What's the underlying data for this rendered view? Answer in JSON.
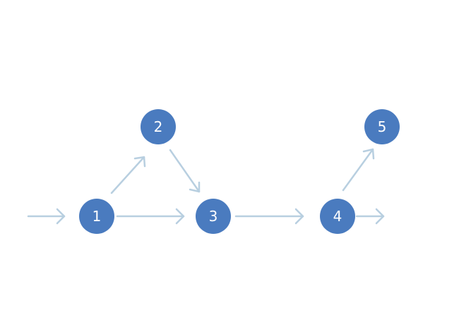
{
  "colors": {
    "node_fill": "#4a7bbf",
    "node_text": "#ffffff",
    "edge_stroke": "#b8cfe0",
    "background": "#ffffff"
  },
  "nodes": [
    {
      "id": "1",
      "label": "1"
    },
    {
      "id": "2",
      "label": "2"
    },
    {
      "id": "3",
      "label": "3"
    },
    {
      "id": "4",
      "label": "4"
    },
    {
      "id": "5",
      "label": "5"
    }
  ],
  "edges": [
    {
      "from": "",
      "to": "1"
    },
    {
      "from": "1",
      "to": "2"
    },
    {
      "from": "1",
      "to": "3"
    },
    {
      "from": "2",
      "to": "3"
    },
    {
      "from": "3",
      "to": "4"
    },
    {
      "from": "4",
      "to": "5"
    },
    {
      "from": "4",
      "to": ""
    }
  ]
}
